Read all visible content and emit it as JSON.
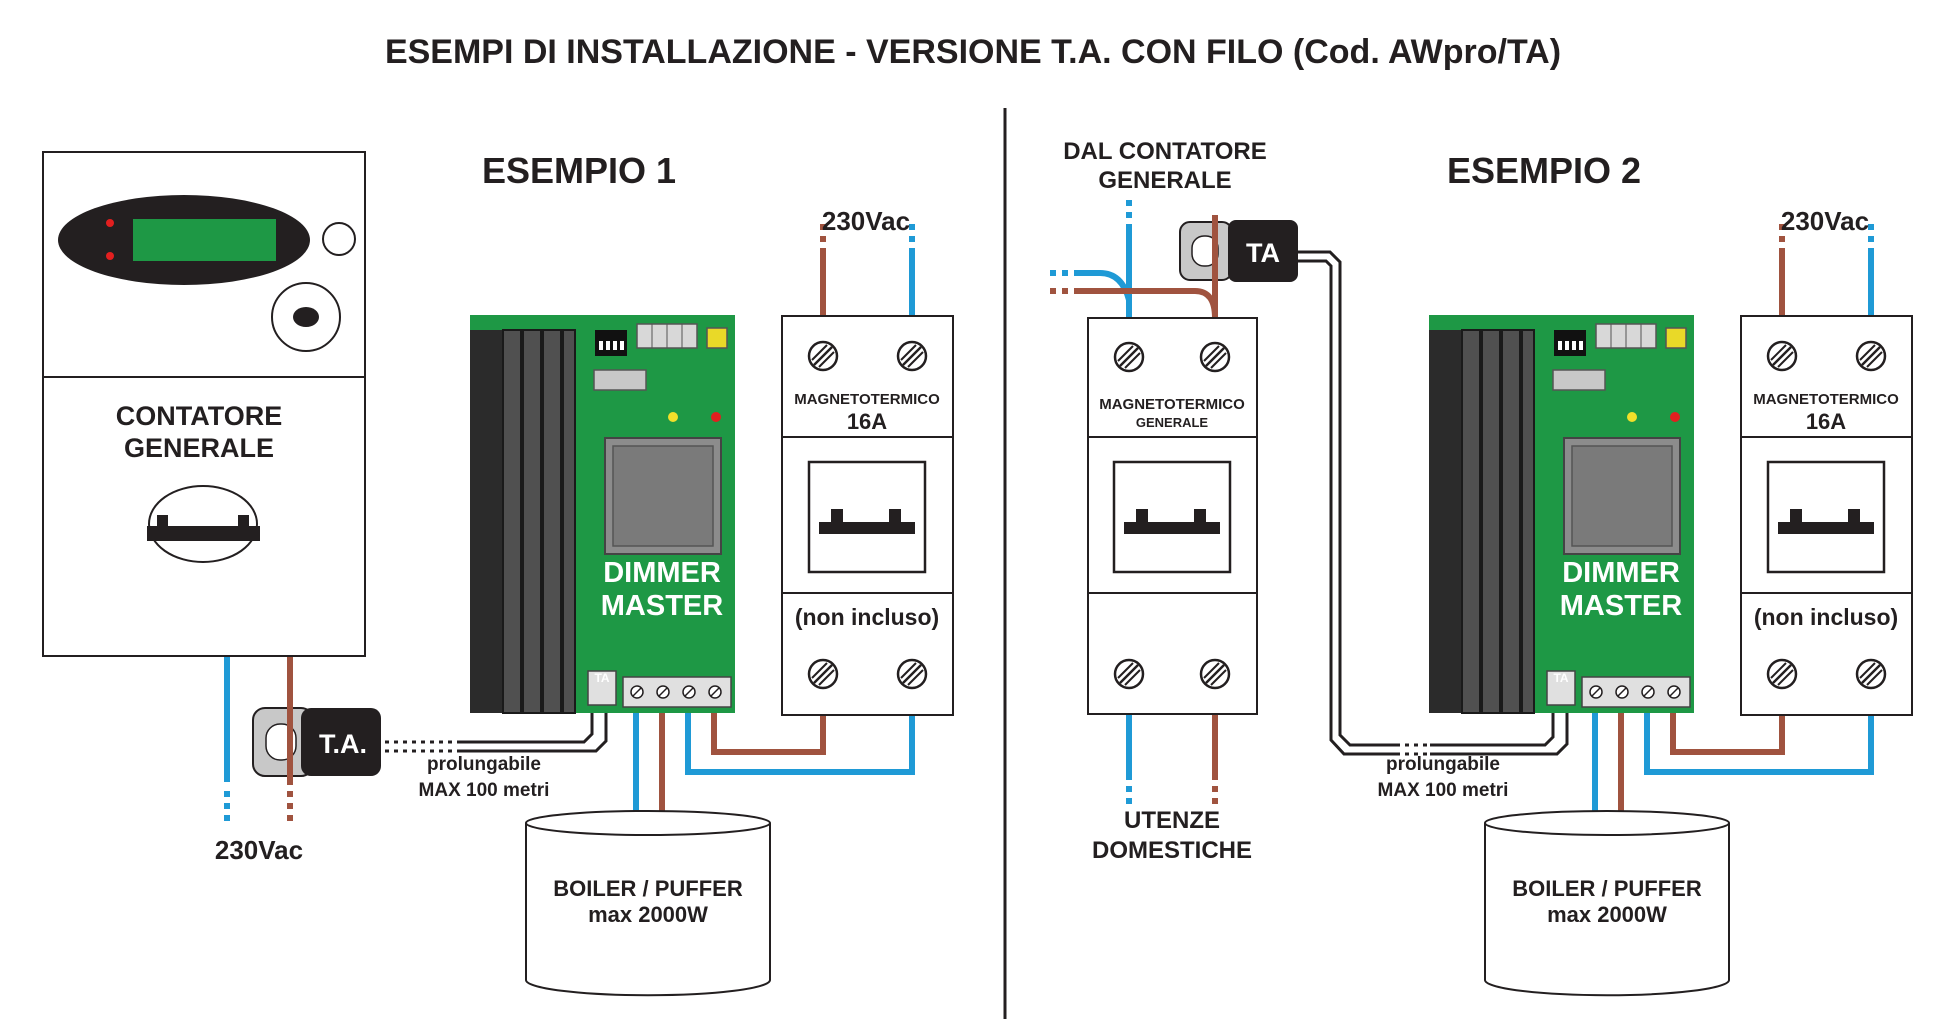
{
  "title": "ESEMPI DI INSTALLAZIONE - VERSIONE T.A. CON FILO (Cod. AWpro/TA)",
  "colors": {
    "brown_wire": "#a0533f",
    "blue_wire": "#1f9ad6",
    "board_green": "#1e9845",
    "outline": "#231f20"
  },
  "example1": {
    "heading": "ESEMPIO 1",
    "meter": {
      "line1": "CONTATORE",
      "line2": "GENERALE"
    },
    "supply_top": "230Vac",
    "supply_bottom": "230Vac",
    "ta_label": "T.A.",
    "dimmer": {
      "line1": "DIMMER",
      "line2": "MASTER",
      "ta_terminal": "TA"
    },
    "breaker": {
      "line1": "MAGNETOTERMICO",
      "line2": "16A",
      "note": "(non incluso)"
    },
    "extension": {
      "line1": "prolungabile",
      "line2": "MAX 100 metri"
    },
    "load": {
      "line1": "BOILER / PUFFER",
      "line2": "max 2000W"
    }
  },
  "example2": {
    "heading": "ESEMPIO 2",
    "incoming": {
      "line1": "DAL CONTATORE",
      "line2": "GENERALE"
    },
    "supply_top": "230Vac",
    "ta_label": "TA",
    "main_breaker": {
      "line1": "MAGNETOTERMICO",
      "line2": "GENERALE"
    },
    "outgoing": {
      "line1": "UTENZE",
      "line2": "DOMESTICHE"
    },
    "dimmer": {
      "line1": "DIMMER",
      "line2": "MASTER",
      "ta_terminal": "TA"
    },
    "breaker": {
      "line1": "MAGNETOTERMICO",
      "line2": "16A",
      "note": "(non incluso)"
    },
    "extension": {
      "line1": "prolungabile",
      "line2": "MAX 100 metri"
    },
    "load": {
      "line1": "BOILER / PUFFER",
      "line2": "max 2000W"
    }
  }
}
